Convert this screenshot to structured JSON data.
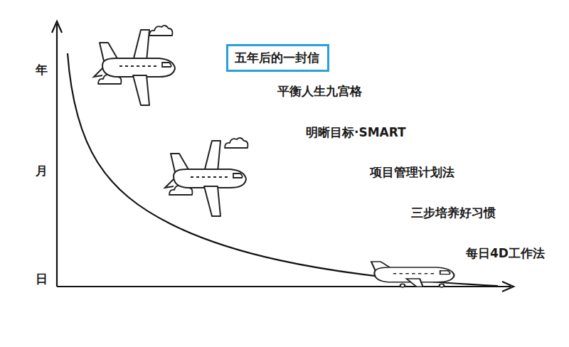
{
  "diagram": {
    "nodes": [
      {
        "text": [
          "五年后的一封信"
        ]
      }
    ],
    "edges": [],
    "labels": [
      "年",
      "月",
      "日",
      "平衡人生九宫格",
      "明晰目标·SMART",
      "项目管理计划法",
      "三步培养好习惯",
      "每日4D工作法"
    ]
  }
}
